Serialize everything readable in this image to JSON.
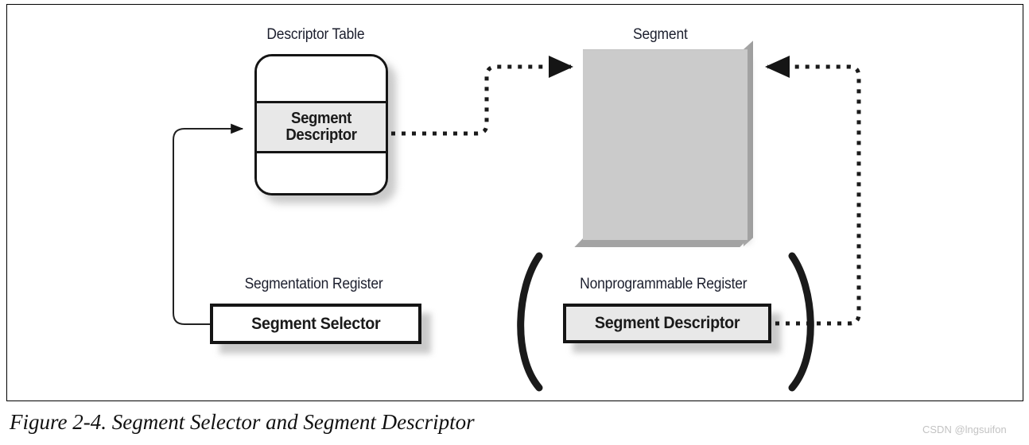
{
  "figure": {
    "caption": "Figure 2-4. Segment Selector and Segment Descriptor",
    "watermark": "CSDN @lngsuifon"
  },
  "labels": {
    "descriptor_table": "Descriptor Table",
    "segment": "Segment",
    "segmentation_register": "Segmentation Register",
    "nonprogrammable_register": "Nonprogrammable Register"
  },
  "boxes": {
    "descriptor_table_row_line1": "Segment",
    "descriptor_table_row_line2": "Descriptor",
    "segment_selector": "Segment Selector",
    "nonprogrammable_descriptor": "Segment Descriptor"
  },
  "colors": {
    "stroke": "#151515",
    "descriptor_row_fill": "#e8e8e8",
    "segment_fill": "#cbcbcb",
    "segment_bevel": "#a3a3a3",
    "selector_fill": "#ffffff",
    "label_text": "#1c1f2e",
    "watermark_text": "#c3c3c3"
  },
  "connectors": [
    {
      "name": "selector-to-descriptor",
      "style": "solid",
      "from": "segment-selector",
      "to": "descriptor-table-segment-descriptor",
      "arrowhead": "filled-triangle"
    },
    {
      "name": "descriptor-to-segment",
      "style": "dotted",
      "from": "descriptor-table-segment-descriptor",
      "to": "segment",
      "arrowhead": "filled-triangle"
    },
    {
      "name": "nonprogrammable-descriptor-to-segment",
      "style": "dotted",
      "from": "nonprogrammable-segment-descriptor",
      "to": "segment",
      "arrowhead": "filled-triangle"
    }
  ],
  "decorations": {
    "left_paren": "(",
    "right_paren": ")"
  }
}
